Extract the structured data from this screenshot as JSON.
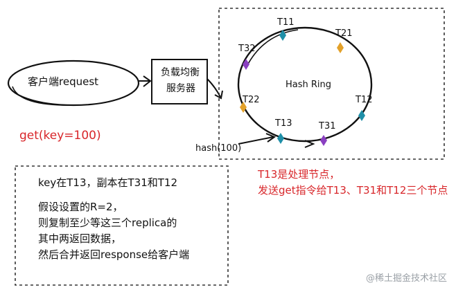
{
  "client": {
    "label": "客户端request"
  },
  "load_balancer": {
    "line1": "负载均衡",
    "line2": "服务器"
  },
  "request_text": "get(key=100)",
  "ring": {
    "title": "Hash Ring",
    "nodes": [
      {
        "id": "T11",
        "label": "T11",
        "color": "#1f8fa8"
      },
      {
        "id": "T21",
        "label": "T21",
        "color": "#e3a12a"
      },
      {
        "id": "T32",
        "label": "T32",
        "color": "#8a3fc1"
      },
      {
        "id": "T22",
        "label": "T22",
        "color": "#e3a12a"
      },
      {
        "id": "T12",
        "label": "T12",
        "color": "#1f8fa8"
      },
      {
        "id": "T13",
        "label": "T13",
        "color": "#1f8fa8"
      },
      {
        "id": "T31",
        "label": "T31",
        "color": "#8a3fc1"
      }
    ]
  },
  "hash_label": "hash(100)",
  "coordinator_note": {
    "line1": "T13是处理节点，",
    "line2": "发送get指令给T13、T31和T12三个节点",
    "color": "#d8262a"
  },
  "explanation": {
    "lines": [
      "key在T13，副本在T31和T12",
      "",
      "假设设置的R=2，",
      "则复制至少等这三个replica的",
      "其中两返回数据，",
      "然后合并返回response给客户端"
    ]
  },
  "watermark": "@稀土掘金技术社区"
}
